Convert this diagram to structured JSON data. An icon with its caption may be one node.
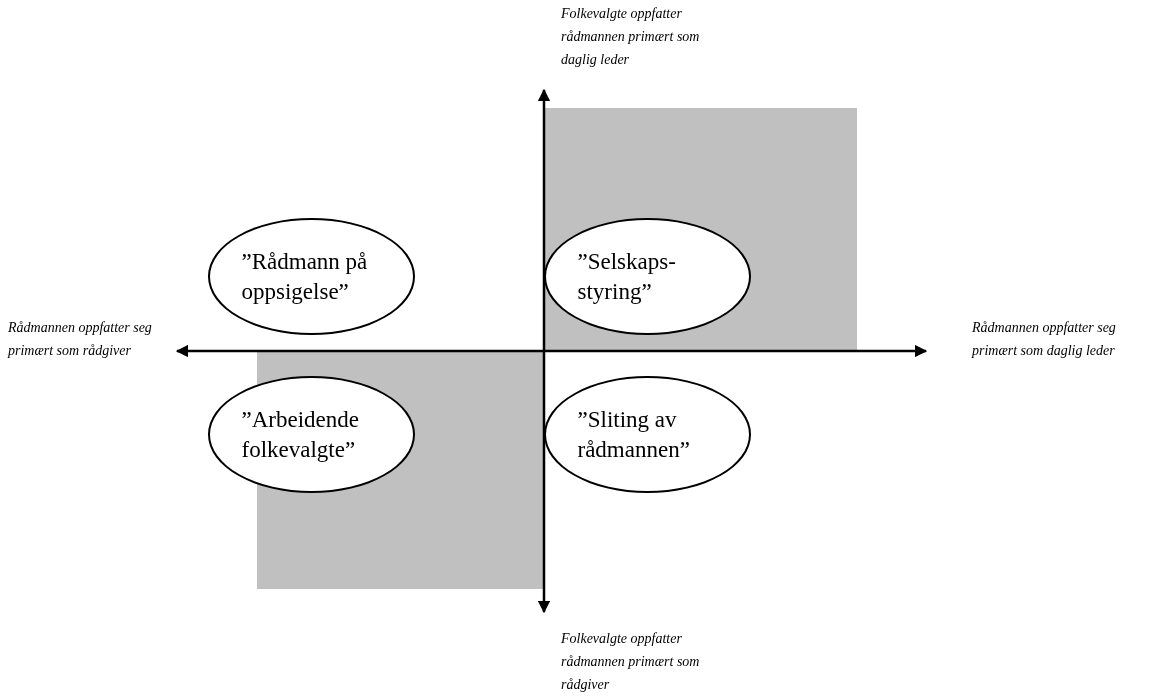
{
  "diagram": {
    "nodes": [
      {
        "text": [
          "”Rådmann på oppsigelse”"
        ]
      },
      {
        "text": [
          "”Selskaps- styring”"
        ]
      },
      {
        "text": [
          "”Arbeidende folkevalgte”"
        ]
      },
      {
        "text": [
          "”Sliting av rådmannen”"
        ]
      }
    ],
    "labels": [
      "Folkevalgte oppfatter rådmannen primært som daglig leder",
      "Rådmannen oppfatter seg primært som rådgiver",
      "Rådmannen oppfatter seg primært som daglig leder",
      "Folkevalgte oppfatter rådmannen primært som rådgiver"
    ]
  }
}
